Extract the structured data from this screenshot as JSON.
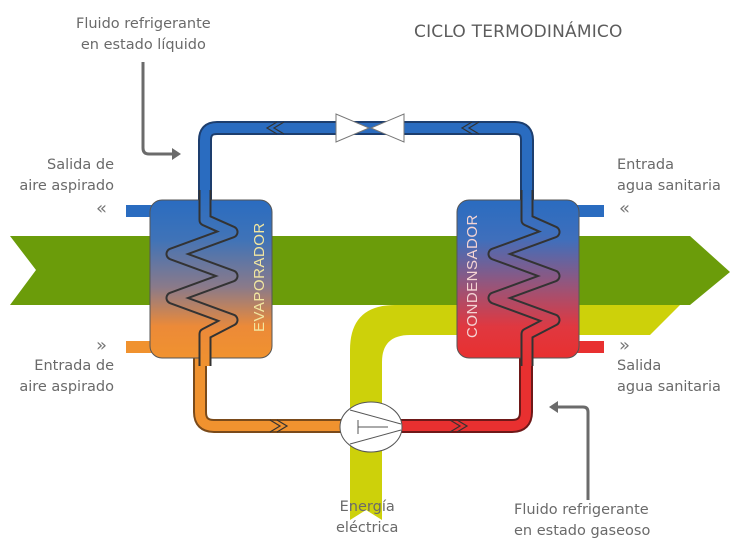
{
  "title": "CICLO TERMODINÁMICO",
  "components": {
    "evaporator": "EVAPORADOR",
    "condenser": "CONDENSADOR",
    "compressor": "compressor-icon",
    "expansion_valve": "expansion-valve-icon"
  },
  "labels": {
    "liquid_refrigerant": [
      "Fluido refrigerante",
      "en estado líquido"
    ],
    "gas_refrigerant": [
      "Fluido refrigerante",
      "en estado gaseoso"
    ],
    "air_out": [
      "Salida de",
      "aire aspirado"
    ],
    "air_in": [
      "Entrada de",
      "aire aspirado"
    ],
    "water_in": [
      "Entrada",
      "agua sanitaria"
    ],
    "water_out": [
      "Salida",
      "agua sanitaria"
    ],
    "electric_energy": [
      "Energía",
      "eléctrica"
    ]
  },
  "flow_markers": {
    "air_out": "«",
    "air_in": "»",
    "water_in": "«",
    "water_out": "»"
  },
  "colors": {
    "pipe_blue": "#2a6cc0",
    "pipe_orange": "#f0922f",
    "pipe_red": "#e83030",
    "air_green": "#6b9c0a",
    "energy_yellow": "#cdd10a",
    "text_gray": "#6a6a6a",
    "arrow_gray": "#6b6b6b"
  }
}
